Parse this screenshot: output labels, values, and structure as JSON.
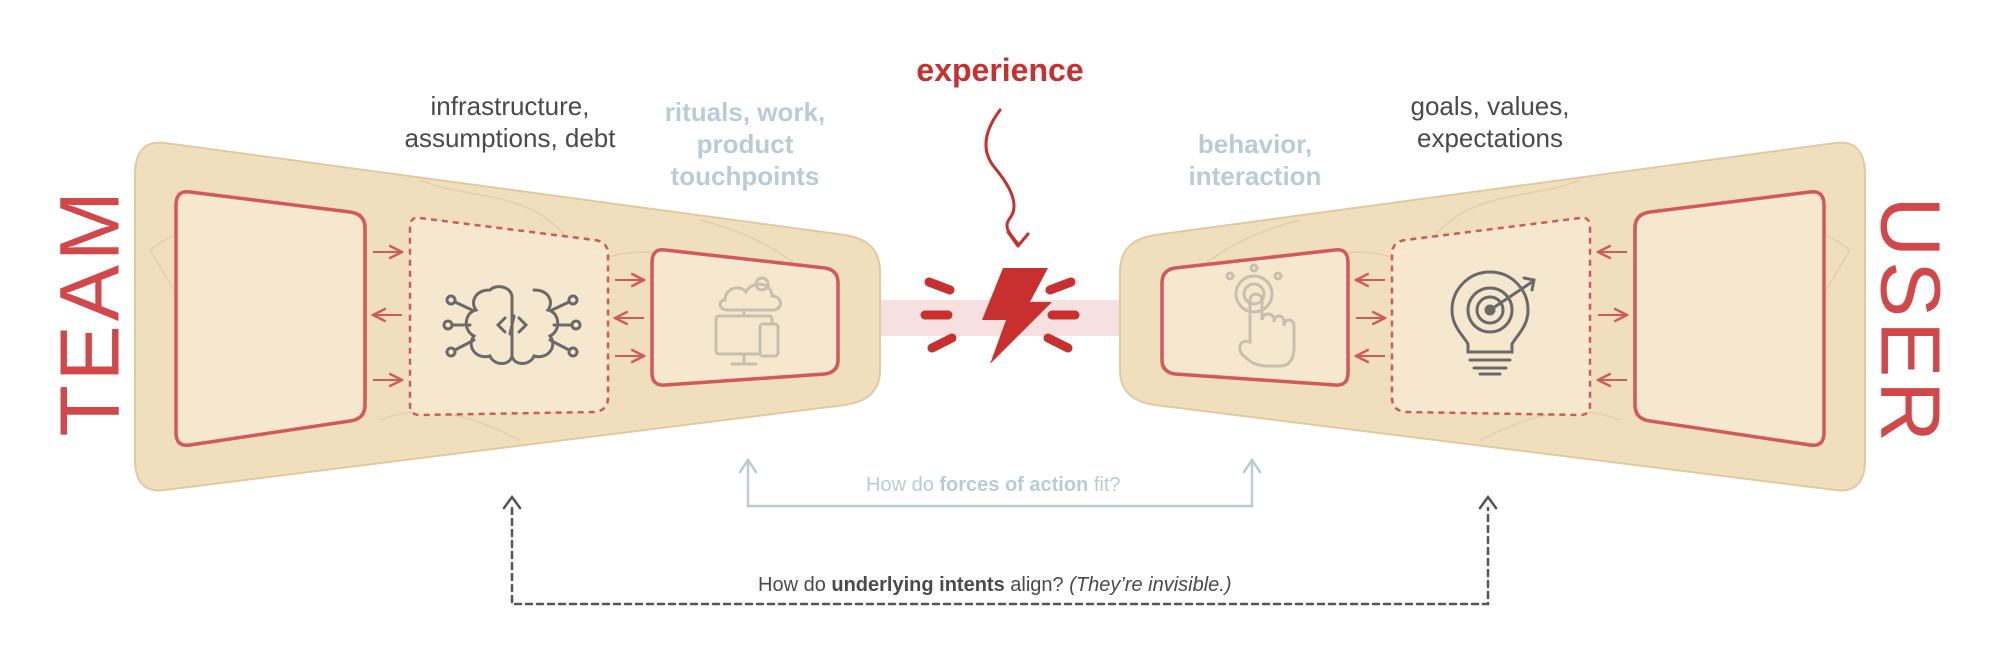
{
  "labels": {
    "team": "TEAM",
    "user": "USER",
    "experience": "experience",
    "team_outer_1": "infrastructure,",
    "team_outer_2": "assumptions, debt",
    "team_inner_1": "rituals, work,",
    "team_inner_2": "product",
    "team_inner_3": "touchpoints",
    "user_inner_1": "behavior,",
    "user_inner_2": "interaction",
    "user_outer_1": "goals, values,",
    "user_outer_2": "expectations"
  },
  "questions": {
    "forces": {
      "pre": "How do ",
      "bold": "forces of action",
      "post": " fit?"
    },
    "intents": {
      "pre": "How do ",
      "bold": "underlying intents",
      "mid": " align? ",
      "italic": "(They’re invisible.)"
    }
  },
  "icons": {
    "team_middle": "brain-circuit-icon",
    "team_inner": "computer-devices-icon",
    "conflict": "lightning-conflict-icon",
    "user_inner": "touch-hand-icon",
    "user_middle": "lightbulb-target-icon"
  },
  "colors": {
    "panel_fill": "#efdfbd",
    "frame_red": "#d2585a",
    "accent_red": "#c8302f",
    "faint_blue": "#b9ccd6",
    "dark_text": "#4a4a4a"
  }
}
